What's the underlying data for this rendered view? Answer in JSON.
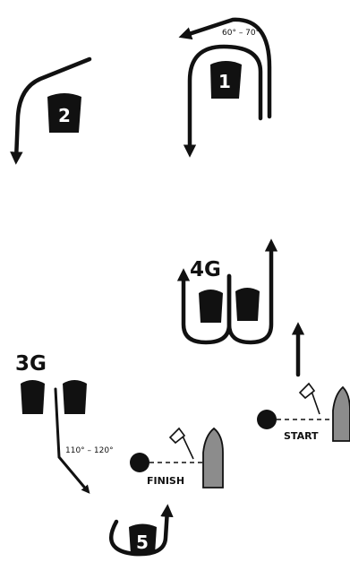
{
  "marks": {
    "mark1": {
      "label": "1",
      "angle": "60° – 70°"
    },
    "mark2": {
      "label": "2"
    },
    "gate4": {
      "label": "4G"
    },
    "gate3": {
      "label": "3G",
      "angle": "110° – 120°"
    },
    "mark5": {
      "label": "5"
    }
  },
  "lines": {
    "start": {
      "label": "START"
    },
    "finish": {
      "label": "FINISH"
    }
  },
  "colors": {
    "ink": "#111111",
    "boat": "#8c8c8c",
    "flag": "#ffffff"
  }
}
